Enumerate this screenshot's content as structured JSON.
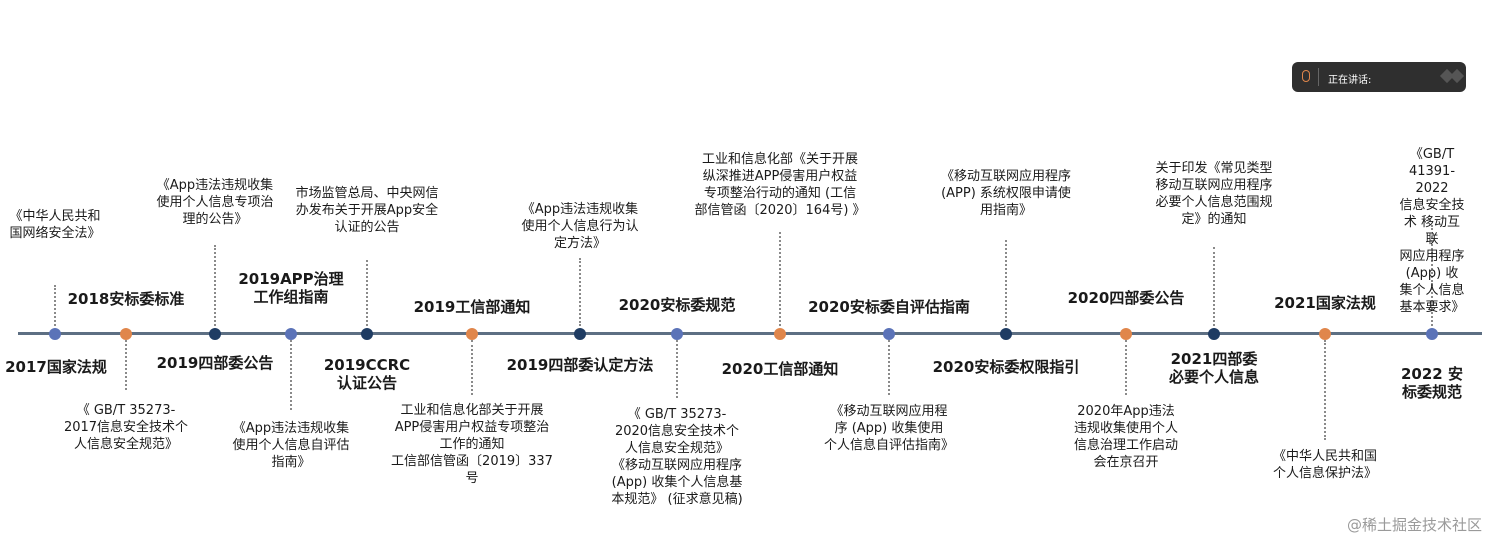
{
  "speaker": {
    "label": "正在讲话:"
  },
  "watermark": "@稀土掘金技术社区",
  "nodes": [
    {
      "label": "2017国家法规",
      "desc": "《中华人民共和\n国网络安全法》",
      "color": "blue"
    },
    {
      "label": "2018安标委标准",
      "desc": "《 GB/T 35273-\n2017信息安全技术个\n人信息安全规范》",
      "color": "orange"
    },
    {
      "label": "2019四部委公告",
      "desc": "《App违法违规收集\n使用个人信息专项治\n理的公告》",
      "color": "navy"
    },
    {
      "label": "2019APP治理\n工作组指南",
      "desc": "《App违法违规收集\n使用个人信息自评估\n指南》",
      "color": "blue"
    },
    {
      "label": "2019CCRC\n认证公告",
      "desc": "市场监管总局、中央网信\n办发布关于开展App安全\n认证的公告",
      "color": "navy"
    },
    {
      "label": "2019工信部通知",
      "desc": "工业和信息化部关于开展\nAPP侵害用户权益专项整治\n工作的通知\n工信部信管函〔2019〕337\n号",
      "color": "orange"
    },
    {
      "label": "2019四部委认定方法",
      "desc": "《App违法违规收集\n使用个人信息行为认\n定方法》",
      "color": "navy"
    },
    {
      "label": "2020安标委规范",
      "desc": "《 GB/T 35273-\n2020信息安全技术个\n人信息安全规范》\n《移动互联网应用程序\n(App) 收集个人信息基\n本规范》 (征求意见稿)",
      "color": "blue"
    },
    {
      "label": "2020工信部通知",
      "desc": "工业和信息化部《关于开展\n纵深推进APP侵害用户权益\n专项整治行动的通知 (工信\n部信管函〔2020〕164号) 》",
      "color": "orange"
    },
    {
      "label": "2020安标委自评估指南",
      "desc": "《移动互联网应用程\n序 (App) 收集使用\n个人信息自评估指南》",
      "color": "blue"
    },
    {
      "label": "2020安标委权限指引",
      "desc": "《移动互联网应用程序\n(APP) 系统权限申请使\n用指南》",
      "color": "navy"
    },
    {
      "label": "2020四部委公告",
      "desc": "2020年App违法\n违规收集使用个人\n信息治理工作启动\n会在京召开",
      "color": "orange"
    },
    {
      "label": "2021四部委\n必要个人信息",
      "desc": "关于印发《常见类型\n移动互联网应用程序\n必要个人信息范围规\n定》的通知",
      "color": "navy"
    },
    {
      "label": "2021国家法规",
      "desc": "《中华人民共和国\n个人信息保护法》",
      "color": "orange"
    },
    {
      "label": "2022 安标委规范",
      "desc": "《GB/T 41391-2022\n信息安全技术 移动互联\n网应用程序 (App) 收\n集个人信息基本要求》",
      "color": "blue"
    }
  ]
}
